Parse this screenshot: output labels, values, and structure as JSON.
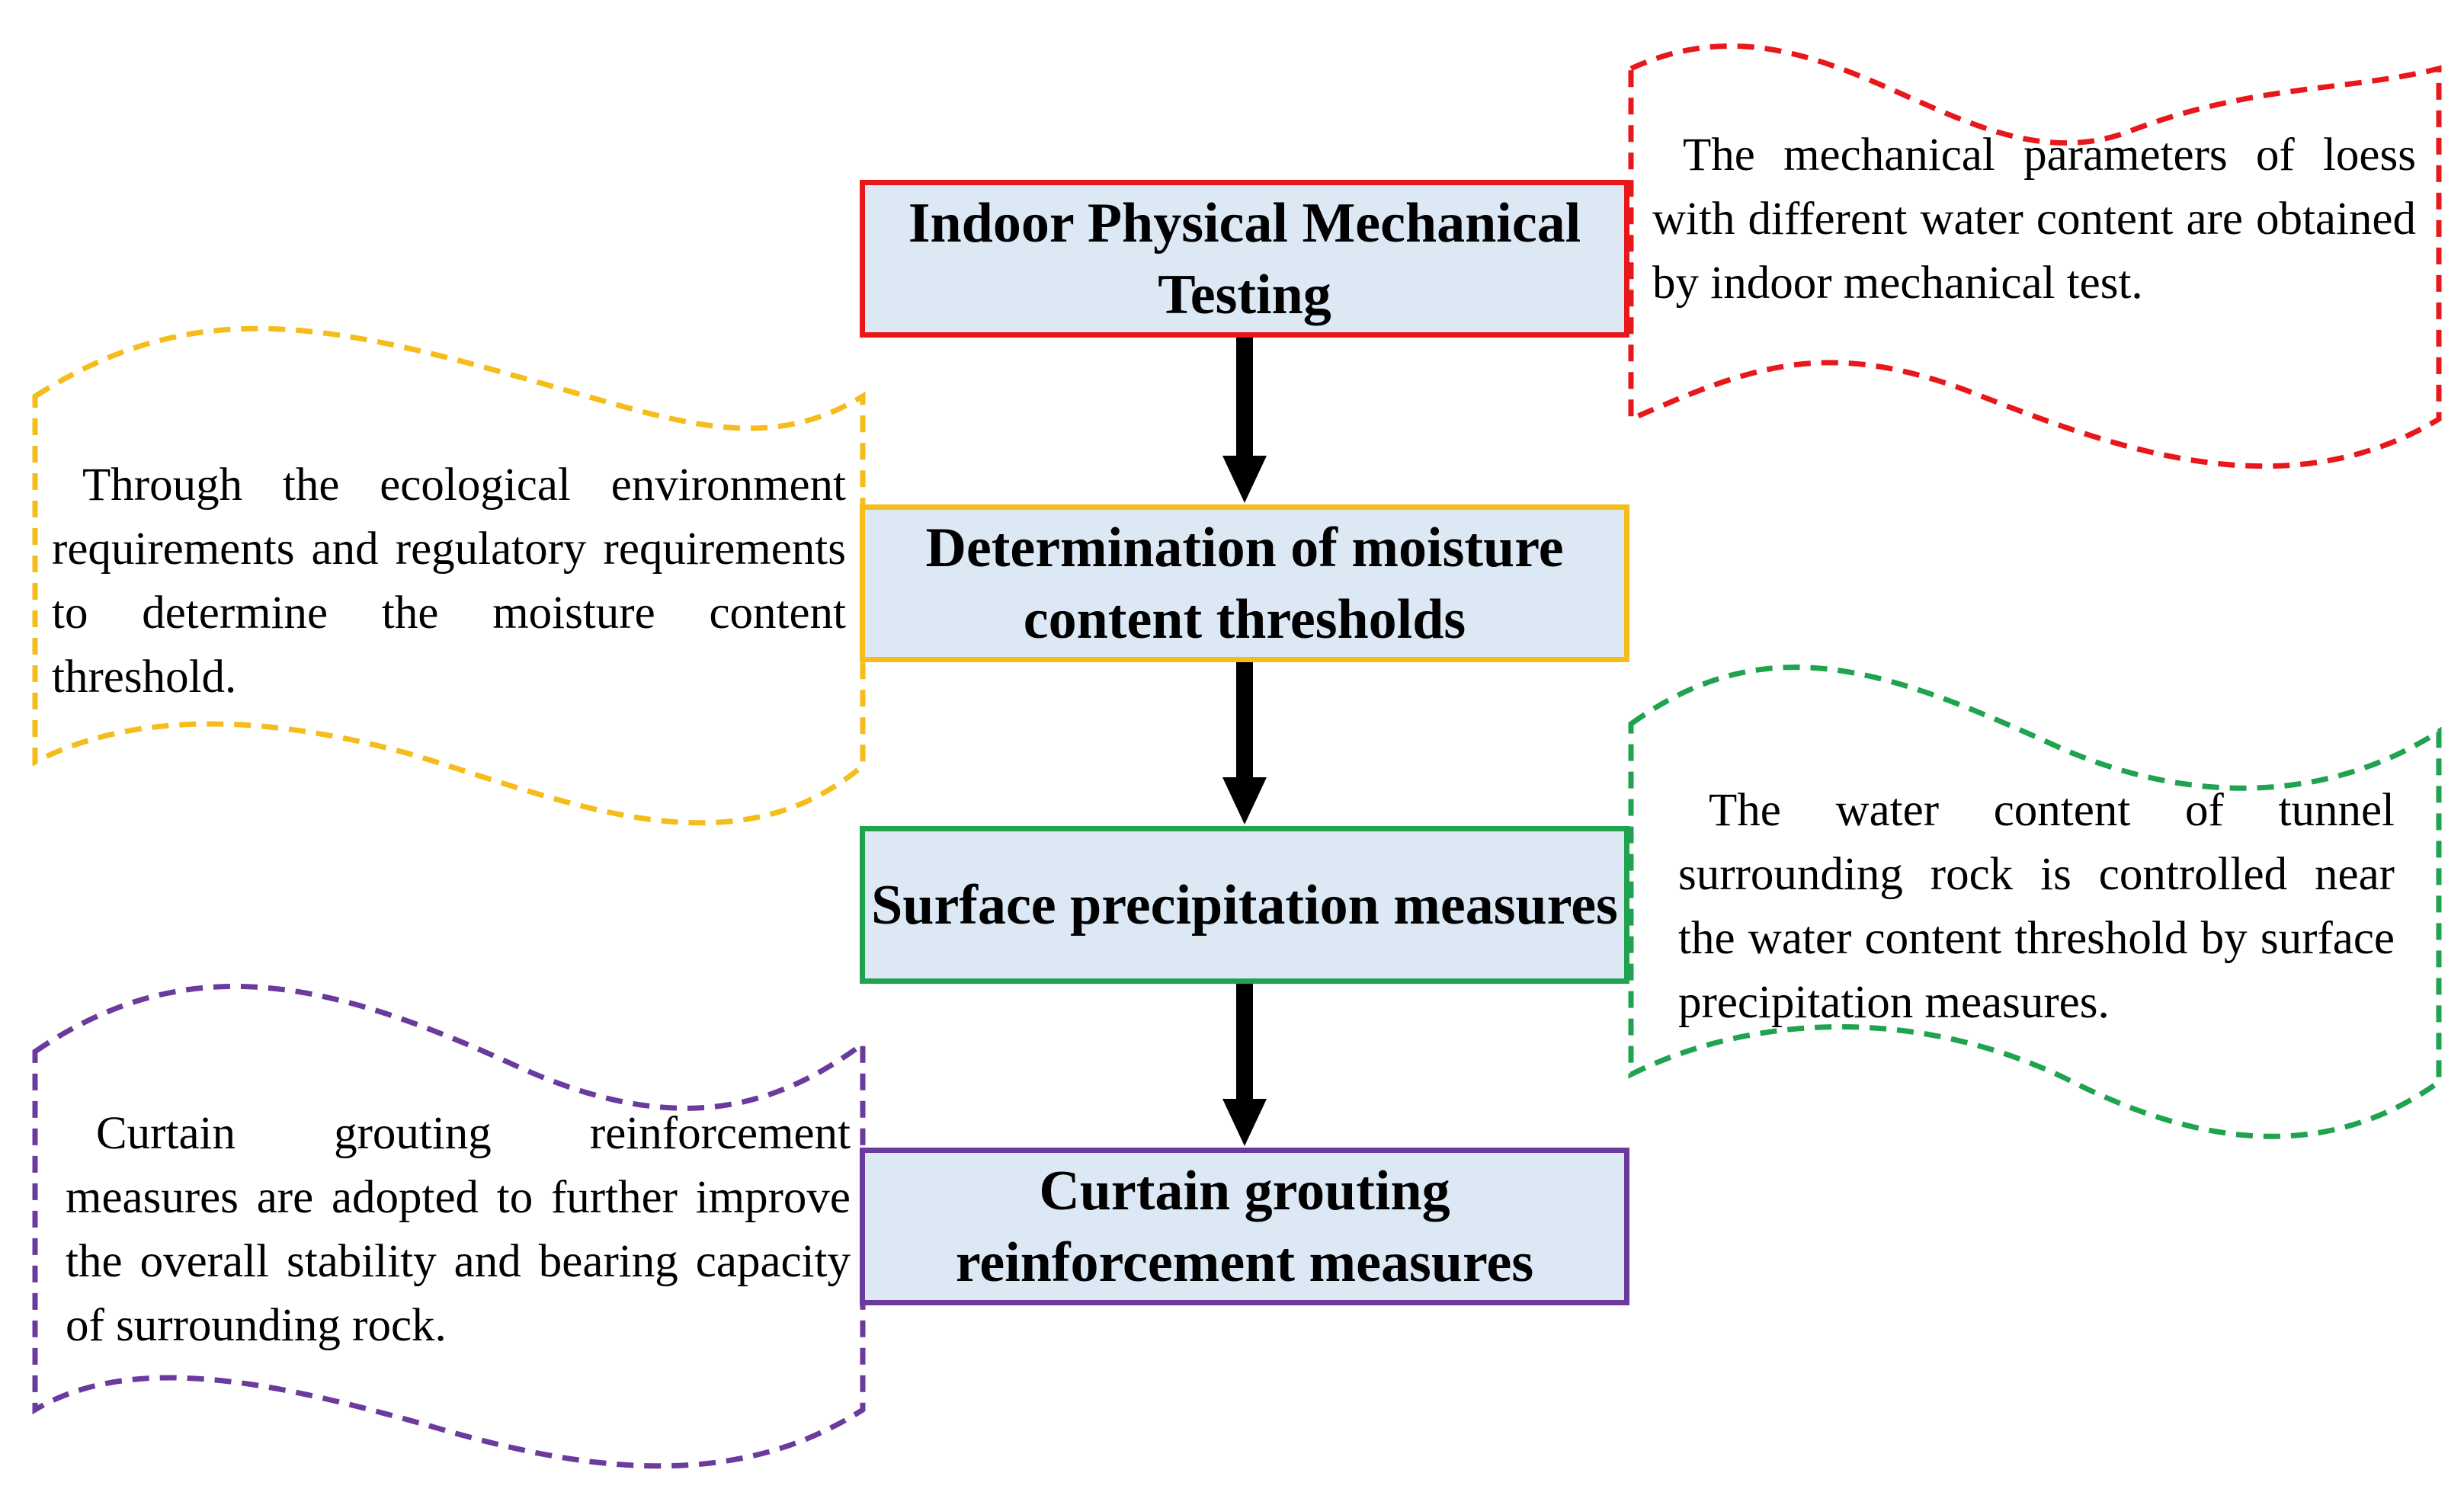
{
  "colors": {
    "box_fill": "#dde8f5",
    "arrow": "#000000",
    "step1_border": "#e8171c",
    "step2_border": "#f5bc1a",
    "step3_border": "#1fa34e",
    "step4_border": "#6b3a9d"
  },
  "steps": [
    {
      "title": "Indoor Physical Mechanical Testing"
    },
    {
      "title": "Determination of moisture content thresholds"
    },
    {
      "title": "Surface precipitation measures"
    },
    {
      "title": "Curtain grouting reinforcement measures"
    }
  ],
  "notes": {
    "testing": "The mechanical parameters of loess with different water content are obtained by indoor mechanical test.",
    "threshold": "Through the ecological environment requirements and regulatory requirements to determine the moisture content threshold.",
    "precipitation": "The water content of tunnel surrounding rock is controlled near the water content threshold by surface precipitation measures.",
    "grouting": "Curtain grouting reinforcement measures are adopted to further improve the overall stability and bearing capacity of surrounding rock."
  }
}
